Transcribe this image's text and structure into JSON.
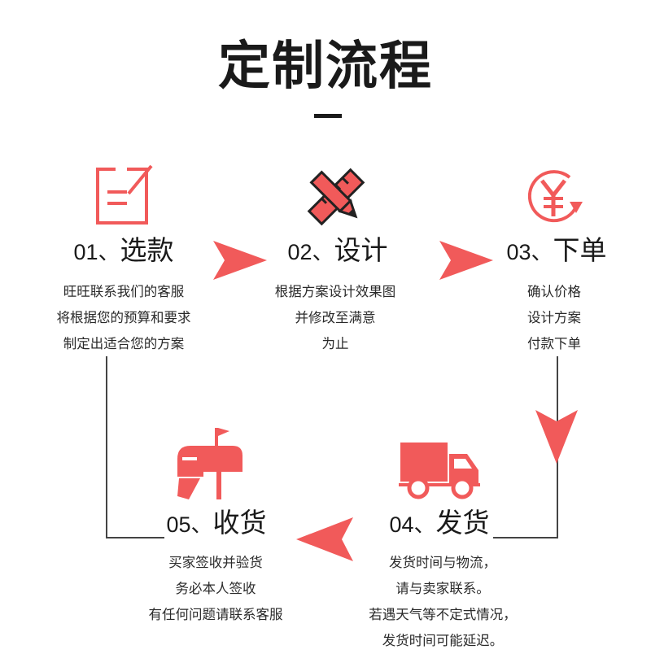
{
  "title": "定制流程",
  "accent_color": "#f15a5a",
  "steps": [
    {
      "num": "01、",
      "name": "选款",
      "icon": "edit-document-icon",
      "lines": [
        "旺旺联系我们的客服",
        "将根据您的预算和要求",
        "制定出适合您的方案"
      ]
    },
    {
      "num": "02、",
      "name": "设计",
      "icon": "pencil-ruler-icon",
      "lines": [
        "根据方案设计效果图",
        "并修改至满意",
        "为止"
      ]
    },
    {
      "num": "03、",
      "name": "下单",
      "icon": "yen-refresh-icon",
      "lines": [
        "确认价格",
        "设计方案",
        "付款下单"
      ]
    },
    {
      "num": "04、",
      "name": "发货",
      "icon": "delivery-truck-icon",
      "lines": [
        "发货时间与物流，",
        "请与卖家联系。",
        "若遇天气等不定式情况，",
        "发货时间可能延迟。"
      ]
    },
    {
      "num": "05、",
      "name": "收货",
      "icon": "mailbox-icon",
      "lines": [
        "买家签收并验货",
        "务必本人签收",
        "有任何问题请联系客服"
      ]
    }
  ]
}
